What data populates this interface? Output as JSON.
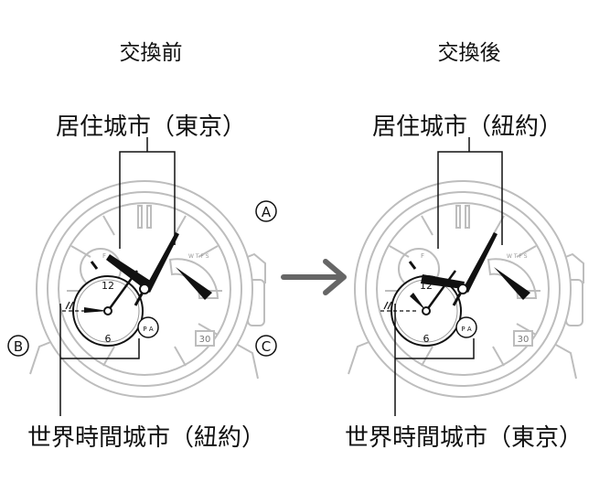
{
  "left": {
    "heading": "交換前",
    "home_city_label": "居住城市（東京）",
    "world_city_label": "世界時間城市（紐約）",
    "dial_12": "12",
    "dial_6": "6",
    "date_value": "30",
    "pa_label": "P A"
  },
  "right": {
    "heading": "交換後",
    "home_city_label": "居住城市（紐約）",
    "world_city_label": "世界時間城市（東京）",
    "dial_12": "12",
    "dial_6": "6",
    "date_value": "30",
    "pa_label": "P A"
  },
  "buttons": {
    "a": "A",
    "b": "B",
    "c": "C"
  },
  "colors": {
    "outline": "#bdbdbd",
    "hand": "#111111",
    "text": "#111111"
  }
}
